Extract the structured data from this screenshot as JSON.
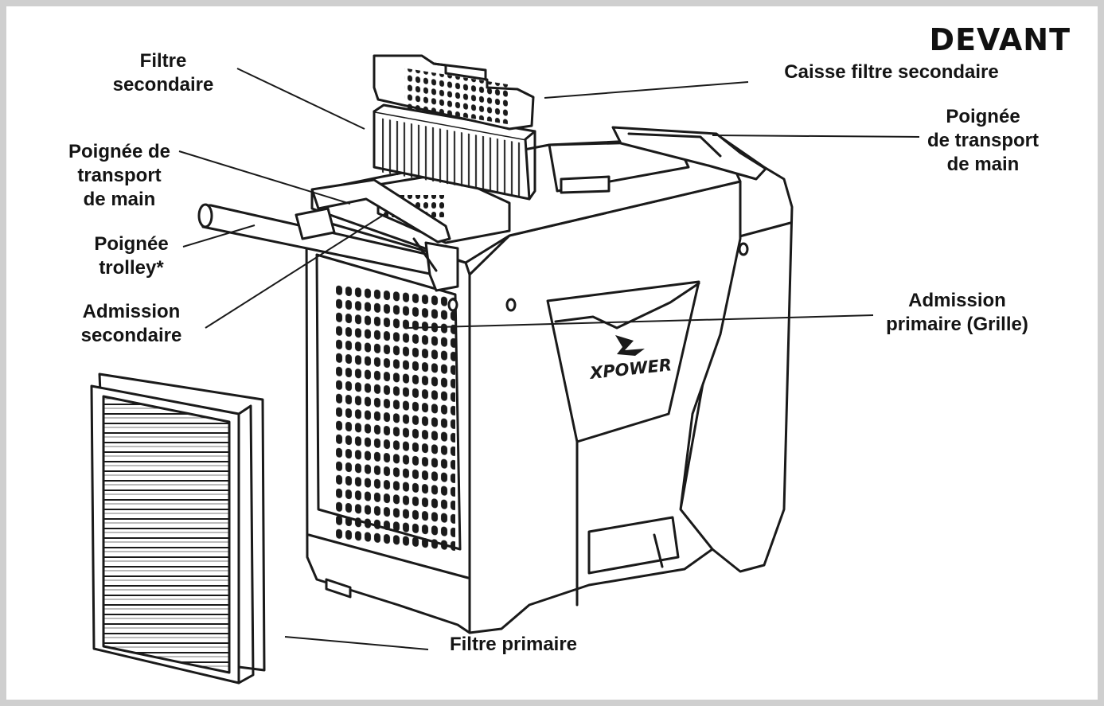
{
  "title": "DEVANT",
  "brand": "XPOWER",
  "labels": {
    "filtre_secondaire": "Filtre\nsecondaire",
    "caisse_filtre": "Caisse filtre secondaire",
    "poignee_droite": "Poignée\nde transport\nde main",
    "poignee_gauche": "Poignée de\ntransport\nde main",
    "poignee_trolley": "Poignée\ntrolley*",
    "admission_secondaire": "Admission\nsecondaire",
    "admission_primaire": "Admission\nprimaire (Grille)",
    "filtre_primaire": "Filtre primaire"
  }
}
